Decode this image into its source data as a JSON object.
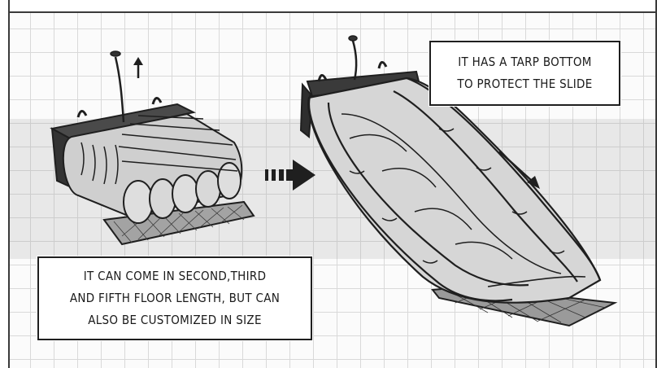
{
  "captions": {
    "tarp": {
      "lines": [
        "IT HAS A TARP BOTTOM",
        "TO PROTECT THE SLIDE"
      ]
    },
    "size": {
      "lines": [
        "IT CAN COME IN SECOND,THIRD",
        "AND FIFTH FLOOR LENGTH, BUT CAN",
        "ALSO BE CUSTOMIZED IN SIZE"
      ]
    }
  },
  "colors": {
    "ink": "#1f1f1f",
    "slide_fill": "#d6d6d6",
    "slide_shadow": "#a9a9a9",
    "tarp": "#9a9a9a",
    "grid_band": "#e3e3e3"
  },
  "icons": {
    "pull_arrow": "arrow-up-icon",
    "transition_arrow": "fast-forward-arrow-icon",
    "slide_direction": "arrow-down-right-icon"
  }
}
